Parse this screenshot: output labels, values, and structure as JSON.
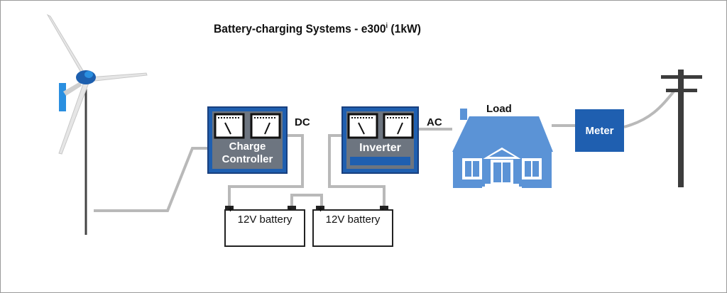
{
  "title": {
    "main": "Battery-charging Systems - e300",
    "superscript": "i",
    "suffix": " (1kW)"
  },
  "charge_controller": {
    "line1": "Charge",
    "line2": "Controller"
  },
  "inverter": {
    "label": "Inverter"
  },
  "labels": {
    "dc": "DC",
    "ac": "AC",
    "load": "Load",
    "meter": "Meter"
  },
  "batteries": [
    {
      "label": "12V battery",
      "pos": "+",
      "neg": "-"
    },
    {
      "label": "12V battery",
      "pos": "+",
      "neg": "-"
    }
  ],
  "colors": {
    "box_blue": "#1f5fb0",
    "box_border": "#1a4f98",
    "panel_gray": "#6d7580",
    "house_blue": "#5b93d6",
    "wire_gray": "#b8b8b8",
    "turbine_blue": "#2a8fe0"
  }
}
